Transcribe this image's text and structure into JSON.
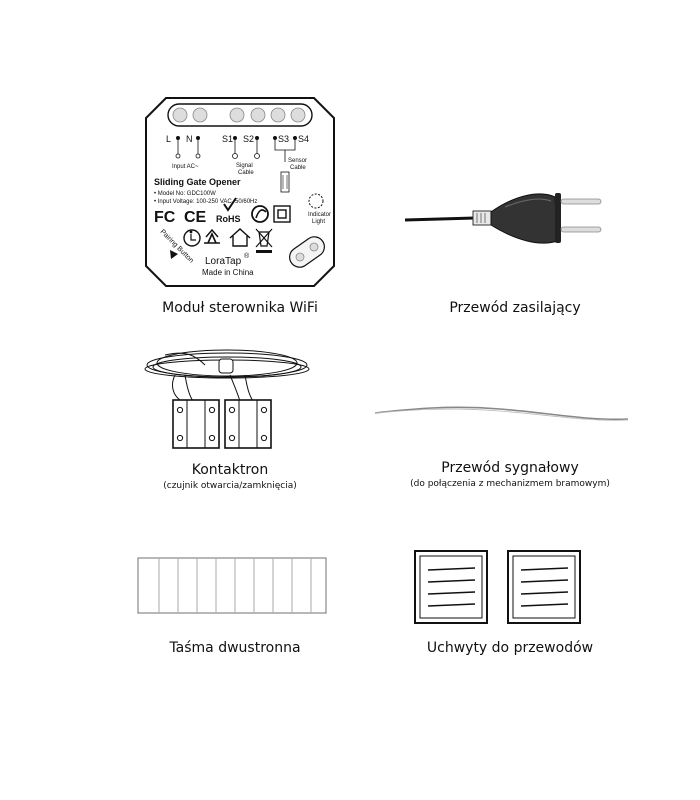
{
  "module": {
    "caption": "Moduł sterownika WiFi",
    "terminals": {
      "l": "L",
      "n": "N",
      "s1": "S1",
      "s2": "S2",
      "s3": "S3",
      "s4": "S4"
    },
    "input_label": "Input AC~",
    "signal_label_1": "Signal",
    "signal_label_2": "Cable",
    "sensor_label_1": "Sensor",
    "sensor_label_2": "Cable",
    "product_title": "Sliding Gate Opener",
    "model_line": "• Model No: GDC100W",
    "voltage_line": "• Input Voltage: 100-250 VAC, 50/60Hz",
    "fc_mark": "FC",
    "ce_mark": "CE",
    "rohs_mark": "RoHS",
    "indicator_label_1": "Indicator",
    "indicator_label_2": "Light",
    "pairing_label": "Pairing Button",
    "brand": "LoraTap",
    "registered": "®",
    "made_in": "Made in China"
  },
  "plug": {
    "caption": "Przewód zasilający"
  },
  "reed": {
    "caption": "Kontaktron",
    "subcaption": "(czujnik otwarcia/zamknięcia)"
  },
  "signal_wire": {
    "caption": "Przewód sygnałowy",
    "subcaption": "(do połączenia z mechanizmem bramowym)"
  },
  "tape": {
    "caption": "Taśma dwustronna"
  },
  "holders": {
    "caption": "Uchwyty do przewodów"
  }
}
